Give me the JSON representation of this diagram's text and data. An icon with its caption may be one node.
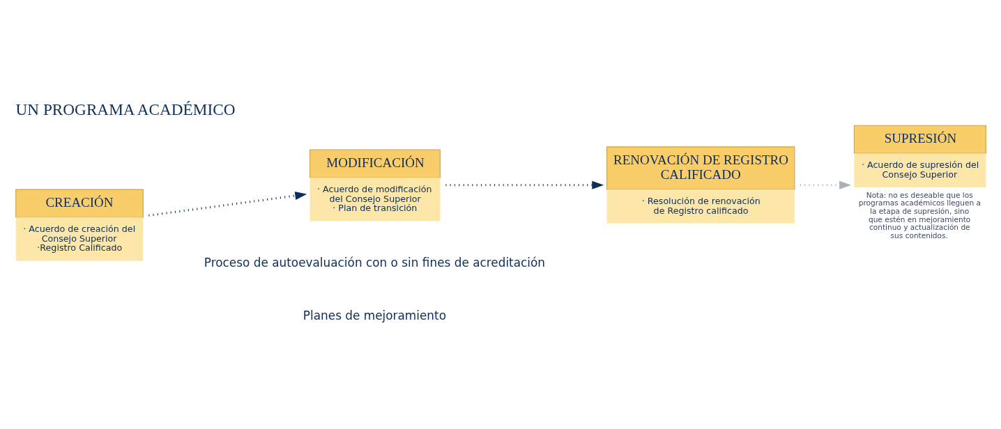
{
  "diagram": {
    "title": "UN PROGRAMA ACADÉMICO",
    "nodes": [
      {
        "text": [
          "CREACIÓN",
          "· Acuerdo de creación del Consejo Superior",
          "·Registro Calificado"
        ]
      },
      {
        "text": [
          "MODIFICACIÓN",
          "· Acuerdo de modificación del Consejo Superior",
          "· Plan de transición"
        ]
      },
      {
        "text": [
          "RENOVACIÓN DE REGISTRO CALIFICADO",
          "· Resolución de renovación de Registro calificado"
        ]
      },
      {
        "text": [
          "SUPRESIÓN",
          "· Acuerdo de supresión del Consejo Superior"
        ],
        "beside": [
          "Nota: no es deseable que los programas académicos lleguen a la etapa de supresión, sino que estén en mejoramiento continuo y actualización de sus contenidos."
        ]
      }
    ],
    "edges": [
      {
        "from": 0,
        "to": 1,
        "arrow": "to",
        "style": "dashed"
      },
      {
        "from": 1,
        "to": 2,
        "arrow": "to",
        "style": "dashed"
      },
      {
        "from": 2,
        "to": 3,
        "arrow": "to",
        "style": "dashed",
        "color": "#aab0b8"
      }
    ],
    "labels": [
      "Proceso de autoevaluación con o sin fines de acreditación",
      "Planes de mejoramiento"
    ]
  }
}
